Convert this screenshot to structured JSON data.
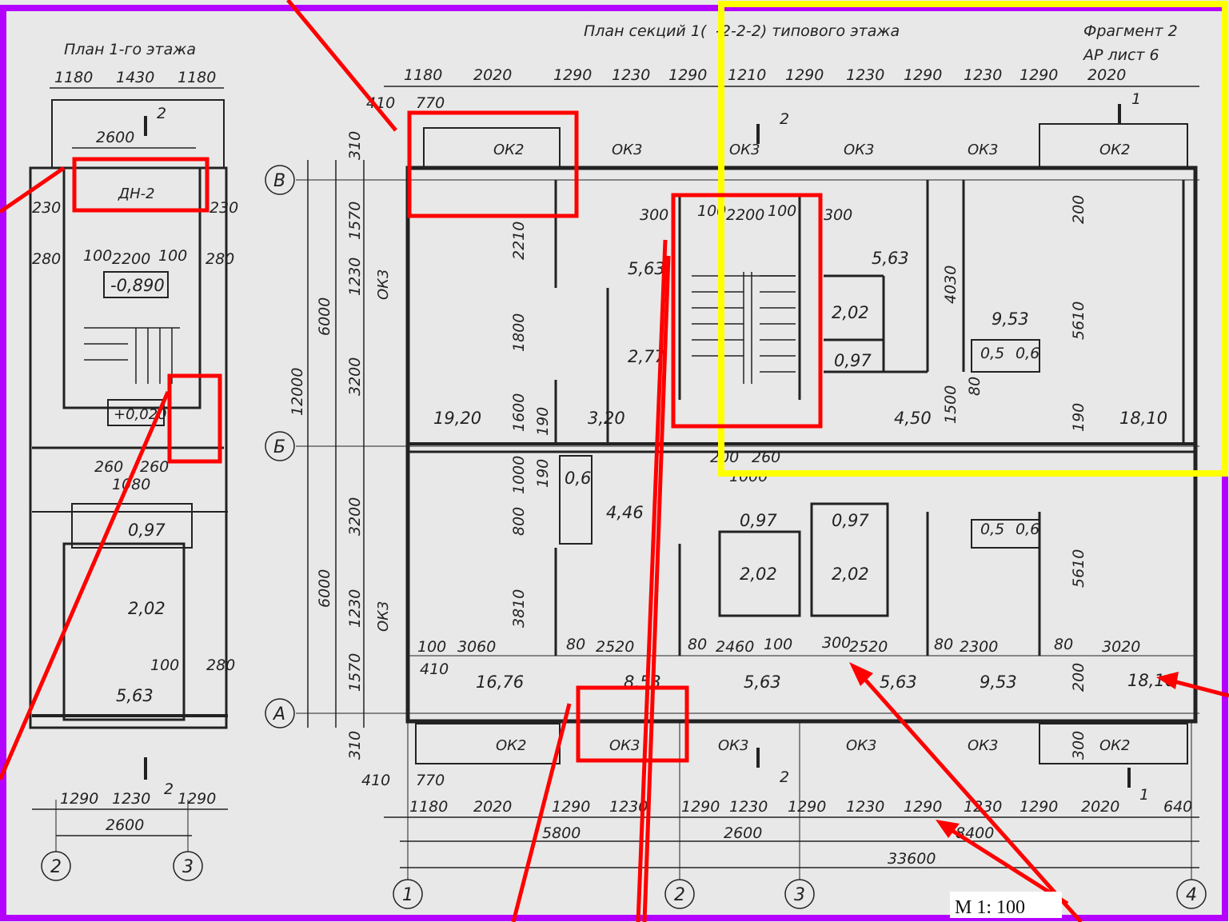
{
  "titles": {
    "first_floor": "План 1-го этажа",
    "typical_floor": "План секций 1(",
    "typical_floor_mid": "-2-2-2) типового этажа",
    "fragment": "Фрагмент 2",
    "sheet_ref": "АР лист 6"
  },
  "scale": "М 1: 100",
  "colors": {
    "frame": "#b400ff",
    "highlight_red": "#ff0000",
    "highlight_yellow": "#ffff00",
    "background_cyan": "#00d8e8",
    "paper": "#e9e8e8",
    "ink": "#222222"
  },
  "first_floor": {
    "top_dims": [
      "1180",
      "1430",
      "1180"
    ],
    "dims": [
      "2600",
      "230",
      "230",
      "280",
      "100",
      "2200",
      "100",
      "280",
      "260",
      "260",
      "1080",
      "100",
      "280",
      "1290",
      "1230",
      "1290",
      "2600"
    ],
    "marks": [
      "ДН-2",
      "-0,890",
      "+0,020"
    ],
    "areas": [
      "0,97",
      "2,02",
      "5,63"
    ],
    "section_labels": [
      "2",
      "2"
    ],
    "axes": [
      "2",
      "3"
    ]
  },
  "typical_floor": {
    "top_dims": [
      "1180",
      "2020",
      "1290",
      "1230",
      "1290",
      "1210",
      "1290",
      "1230",
      "1290",
      "1230",
      "1290",
      "2020",
      "410",
      "770"
    ],
    "left_dims": [
      "310",
      "1570",
      "1230",
      "3200",
      "1600",
      "190",
      "190",
      "1000",
      "3200",
      "800",
      "1230",
      "1570",
      "310",
      "6000",
      "6000",
      "12000"
    ],
    "inner_dims": [
      "2210",
      "1800",
      "300",
      "100",
      "2200",
      "100",
      "300",
      "4030",
      "5610",
      "200",
      "1500",
      "80",
      "190",
      "200",
      "5610",
      "3810",
      "300",
      "200",
      "260",
      "1000",
      "100",
      "3060",
      "410",
      "80",
      "2520",
      "80",
      "2460",
      "100",
      "300",
      "2520",
      "80",
      "2300",
      "80",
      "3020"
    ],
    "window_marks": [
      "ОК2",
      "ОК3",
      "ОК3",
      "ОК3",
      "ОК3",
      "ОК2",
      "ОК3",
      "ОК3",
      "ОК2",
      "ОК3",
      "ОК3",
      "ОК3",
      "ОК3",
      "ОК2"
    ],
    "areas": [
      "5,63",
      "2,77",
      "19,20",
      "3,20",
      "5,63",
      "2,02",
      "0,97",
      "9,53",
      "0,5",
      "0,6",
      "4,50",
      "18,10",
      "0,6",
      "4,46",
      "0,97",
      "2,02",
      "0,97",
      "2,02",
      "0,5",
      "0,6",
      "16,76",
      "8,53",
      "5,63",
      "5,63",
      "9,53",
      "18,10"
    ],
    "bottom_dims": [
      "410",
      "770",
      "1180",
      "2020",
      "1290",
      "1230",
      "1290",
      "1230",
      "1290",
      "1230",
      "1290",
      "1230",
      "1290",
      "2020",
      "640",
      "5800",
      "2600",
      "8400",
      "33600"
    ],
    "grid_rows": [
      "В",
      "Б",
      "А"
    ],
    "grid_cols": [
      "1",
      "2",
      "3",
      "4"
    ],
    "section_labels": [
      "2",
      "1",
      "2",
      "1"
    ]
  }
}
